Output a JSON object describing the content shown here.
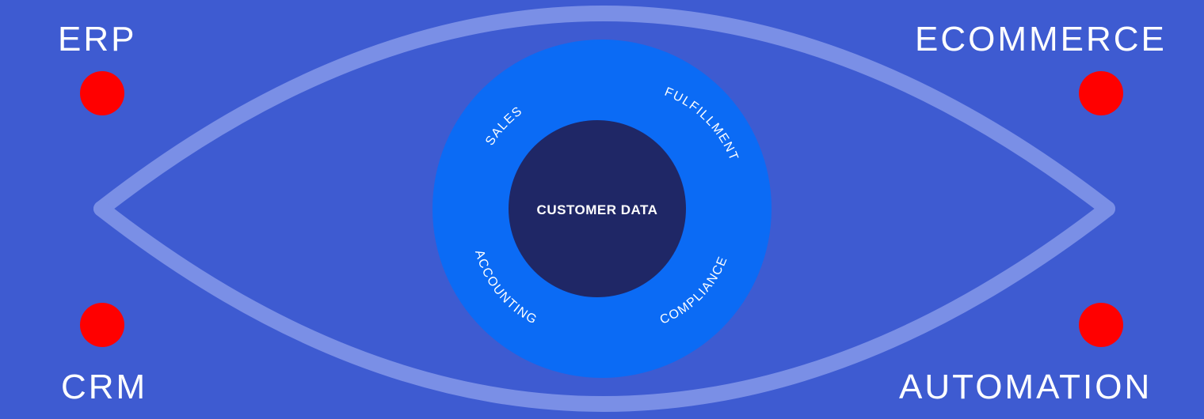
{
  "colors": {
    "background": "#3e5bd1",
    "eye_stroke": "#7a8fe6",
    "iris": "#0b6bf5",
    "pupil": "#1f2766",
    "dot": "#ff0000",
    "text": "#ffffff"
  },
  "systems": {
    "top_left": "ERP",
    "top_right": "ECOMMERCE",
    "bottom_left": "CRM",
    "bottom_right": "AUTOMATION"
  },
  "center": {
    "core_label": "CUSTOMER DATA",
    "functions": [
      "SALES",
      "FULFILLMENT",
      "COMPLIANCE",
      "ACCOUNTING"
    ]
  }
}
